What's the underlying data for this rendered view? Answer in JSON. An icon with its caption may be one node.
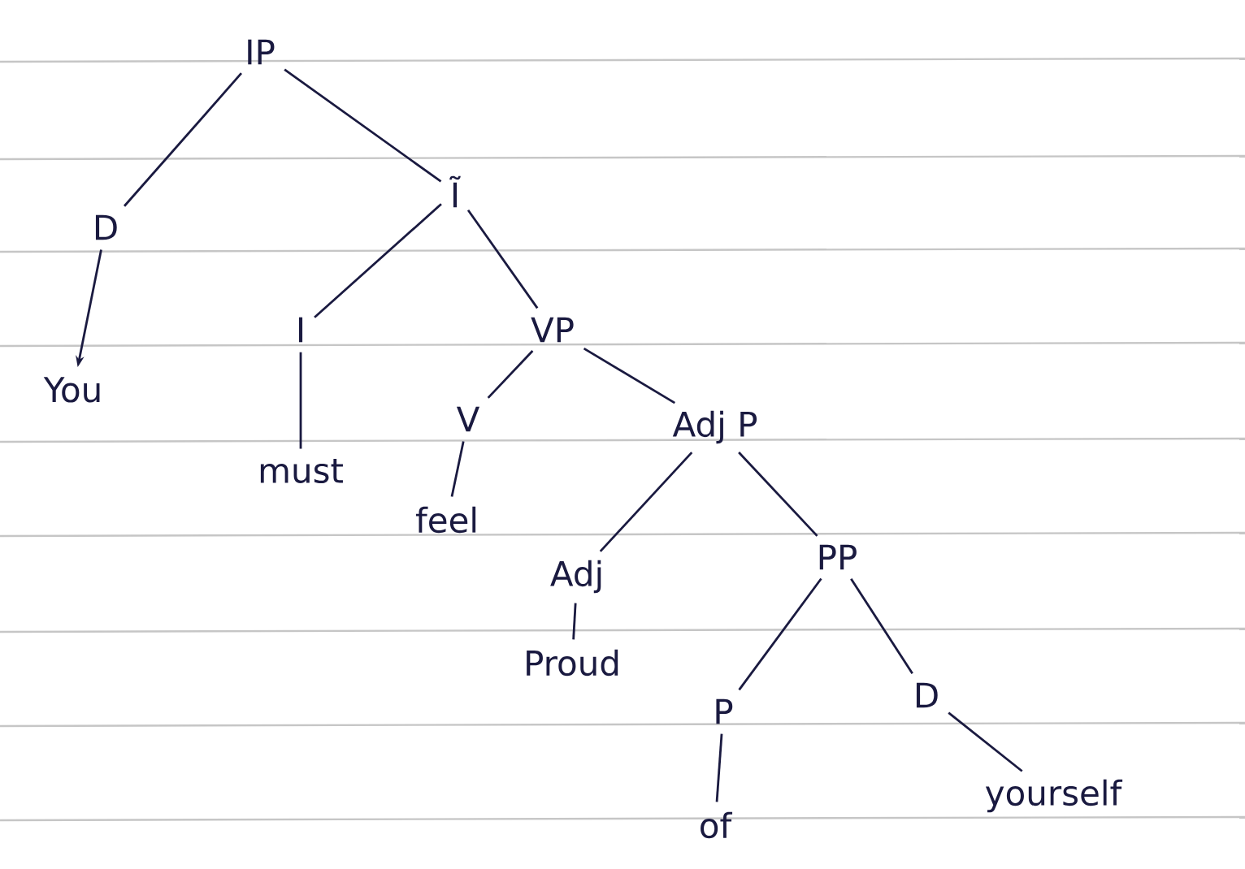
{
  "diagram": {
    "nodes": [
      {
        "text": [
          "IP"
        ]
      },
      {
        "text": [
          "D"
        ]
      },
      {
        "text": [
          "Ĩ"
        ]
      },
      {
        "text": [
          "You"
        ]
      },
      {
        "text": [
          "I"
        ]
      },
      {
        "text": [
          "VP"
        ]
      },
      {
        "text": [
          "must"
        ]
      },
      {
        "text": [
          "V"
        ]
      },
      {
        "text": [
          "Adj P"
        ]
      },
      {
        "text": [
          "feel"
        ]
      },
      {
        "text": [
          "Adj"
        ]
      },
      {
        "text": [
          "PP"
        ]
      },
      {
        "text": [
          "Proud"
        ]
      },
      {
        "text": [
          "P"
        ]
      },
      {
        "text": [
          "D"
        ]
      },
      {
        "text": [
          "of"
        ]
      },
      {
        "text": [
          "yourself"
        ]
      }
    ],
    "edges": [
      {
        "from": 0,
        "to": 1,
        "arrow": "none"
      },
      {
        "from": 0,
        "to": 2,
        "arrow": "none"
      },
      {
        "from": 1,
        "to": 3,
        "arrow": "to"
      },
      {
        "from": 2,
        "to": 4,
        "arrow": "none"
      },
      {
        "from": 2,
        "to": 5,
        "arrow": "none"
      },
      {
        "from": 4,
        "to": 6,
        "arrow": "none"
      },
      {
        "from": 5,
        "to": 7,
        "arrow": "none"
      },
      {
        "from": 5,
        "to": 8,
        "arrow": "none"
      },
      {
        "from": 7,
        "to": 9,
        "arrow": "none"
      },
      {
        "from": 8,
        "to": 10,
        "arrow": "none"
      },
      {
        "from": 8,
        "to": 11,
        "arrow": "none"
      },
      {
        "from": 10,
        "to": 12,
        "arrow": "none"
      },
      {
        "from": 11,
        "to": 13,
        "arrow": "none"
      },
      {
        "from": 11,
        "to": 14,
        "arrow": "none"
      },
      {
        "from": 13,
        "to": 15,
        "arrow": "none"
      },
      {
        "from": 14,
        "to": 16,
        "arrow": "none"
      }
    ]
  }
}
